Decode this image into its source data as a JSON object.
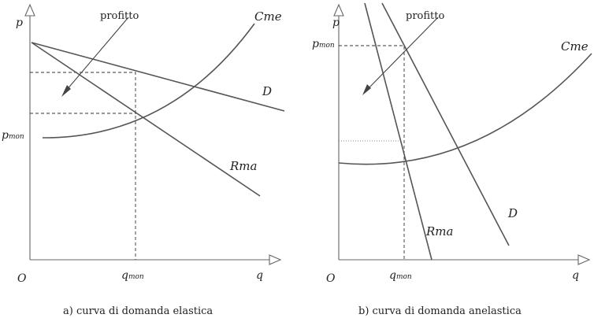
{
  "panel_a": {
    "axis_y_label": "p",
    "axis_x_label": "q",
    "origin_label": "O",
    "price_label": "p",
    "price_sub": "mon",
    "quantity_label": "q",
    "quantity_sub": "mon",
    "profit_label": "profitto",
    "curve_cme_label": "Cme",
    "curve_d_label": "D",
    "curve_rma_label": "Rma",
    "caption": "a) curva di domanda elastica"
  },
  "panel_b": {
    "axis_y_label": "p",
    "axis_x_label": "q",
    "origin_label": "O",
    "price_label": "p",
    "price_sub": "mon",
    "quantity_label": "q",
    "quantity_sub": "mon",
    "profit_label": "profitto",
    "curve_cme_label": "Cme",
    "curve_d_label": "D",
    "curve_rma_label": "Rma",
    "caption": "b) curva di domanda anelastica"
  },
  "colors": {
    "curve": "#555555",
    "axis": "#666666",
    "text": "#222222",
    "background": "#ffffff"
  }
}
